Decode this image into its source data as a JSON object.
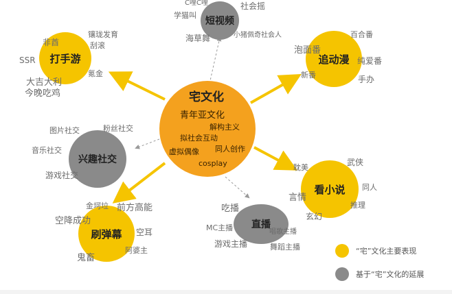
{
  "center": {
    "title": "宅文化",
    "items": [
      "青年亚文化",
      "解构主义",
      "拟社会互动",
      "虚拟偶像",
      "同人创作",
      "cosplay"
    ]
  },
  "nodes": [
    {
      "id": "dashouyou",
      "label": "打手游",
      "type": "main",
      "keywords": [
        "非酋",
        "镶珑发育",
        "刮滚",
        "SSR",
        "氪金",
        "大吉大利",
        "今晚吃鸡"
      ]
    },
    {
      "id": "duanshipin",
      "label": "短视频",
      "type": "extension",
      "keywords": [
        "C哩C哩",
        "社会摇",
        "学猫叫",
        "海草舞",
        "小猪佩奇社会人"
      ]
    },
    {
      "id": "zhuidongman",
      "label": "追动漫",
      "type": "main",
      "keywords": [
        "百合番",
        "泡面番",
        "纯爱番",
        "新番",
        "手办"
      ]
    },
    {
      "id": "xingqushejiao",
      "label": "兴趣社交",
      "type": "extension",
      "keywords": [
        "图片社交",
        "粉丝社交",
        "音乐社交",
        "游戏社交"
      ]
    },
    {
      "id": "kanxiaoshuo",
      "label": "看小说",
      "type": "main",
      "keywords": [
        "耽美",
        "武侠",
        "言情",
        "同人",
        "推理",
        "玄幻"
      ]
    },
    {
      "id": "shuadanmu",
      "label": "刷弹幕",
      "type": "main",
      "keywords": [
        "金坷垃",
        "前方高能",
        "空降成功",
        "空耳",
        "鬼畜",
        "阿婆主"
      ]
    },
    {
      "id": "zhibo",
      "label": "直播",
      "type": "extension",
      "keywords": [
        "吃播",
        "MC主播",
        "唱歌主播",
        "游戏主播",
        "舞蹈主播"
      ]
    }
  ],
  "legend": [
    {
      "label": "“宅”文化主要表现",
      "color": "#f5c400"
    },
    {
      "label": "基于“宅”文化的延展",
      "color": "#8a8a8a"
    }
  ],
  "colors": {
    "main": "#f5c400",
    "extension": "#8a8a8a",
    "center": "#f4a11e",
    "arrow_main": "#f5c400",
    "arrow_ext": "#9a9a9a"
  }
}
